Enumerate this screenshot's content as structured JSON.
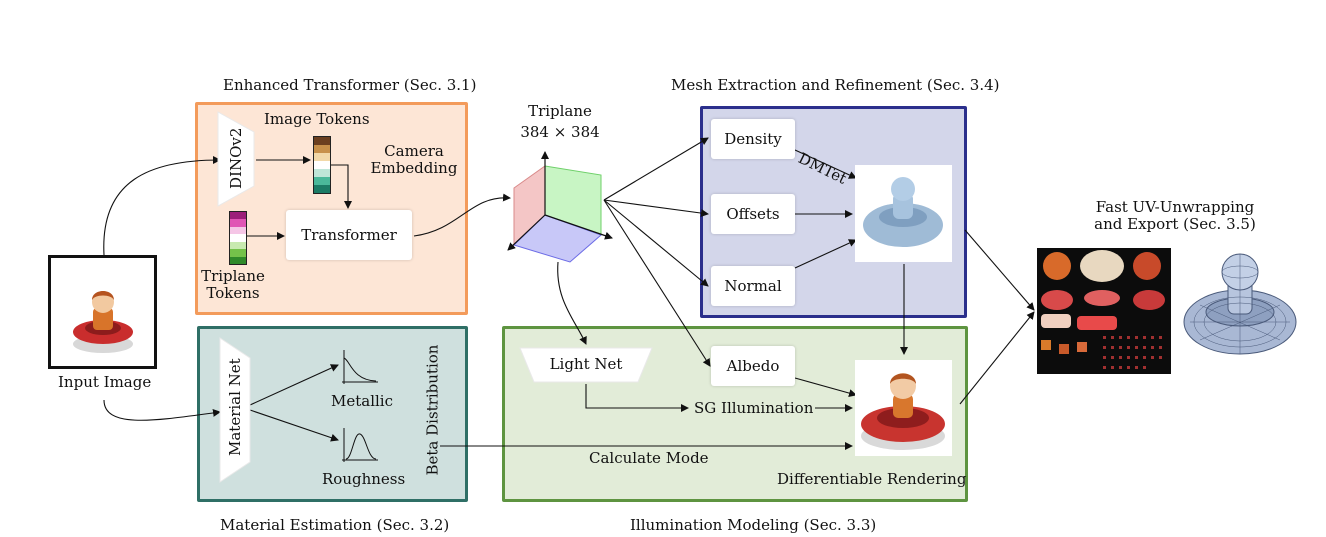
{
  "input_image": {
    "label": "Input Image"
  },
  "transformer": {
    "title": "Enhanced Transformer (Sec. 3.1)",
    "image_tokens": "Image Tokens",
    "dino": "DINOv2",
    "camera_embedding_line1": "Camera",
    "camera_embedding_line2": "Embedding",
    "transformer_label": "Transformer",
    "triplane_tokens_line1": "Triplane",
    "triplane_tokens_line2": "Tokens",
    "image_token_colors": [
      "#6b3f1f",
      "#c7904a",
      "#f2d8a8",
      "#ffffff",
      "#bfe6d8",
      "#4bb89a",
      "#1c7b65"
    ],
    "triplane_token_colors": [
      "#9c1e7a",
      "#e055b5",
      "#f5c6e6",
      "#ffffff",
      "#c8eab0",
      "#74c24a",
      "#2f8a2a"
    ]
  },
  "triplane": {
    "title": "Triplane",
    "resolution": "384 × 384",
    "colors": {
      "red_plane": "#f4c6c6",
      "green_plane": "#c8f5c4",
      "blue_plane": "#c8c8f8"
    }
  },
  "mesh": {
    "title": "Mesh Extraction and Refinement (Sec. 3.4)",
    "density": "Density",
    "offsets": "Offsets",
    "normal": "Normal",
    "dmtet": "DMTet"
  },
  "export": {
    "title_line1": "Fast UV-Unwrapping",
    "title_line2": "and Export (Sec. 3.5)"
  },
  "material": {
    "title": "Material Estimation (Sec. 3.2)",
    "net": "Material Net",
    "metallic": "Metallic",
    "roughness": "Roughness",
    "beta": "Beta Distribution"
  },
  "illumination": {
    "title": "Illumination Modeling (Sec. 3.3)",
    "light_net": "Light Net",
    "albedo": "Albedo",
    "sg": "SG Illumination",
    "calculate_mode": "Calculate Mode",
    "diff_render": "Differentiable Rendering"
  },
  "colors": {
    "transformer_fill": "#fde6d6",
    "transformer_border": "#f39b5b",
    "material_fill": "#cfe0de",
    "material_border": "#2f6f66",
    "mesh_fill": "#d3d6ea",
    "mesh_border": "#2b2f8c",
    "illum_fill": "#e2ecd8",
    "illum_border": "#5e9440"
  }
}
